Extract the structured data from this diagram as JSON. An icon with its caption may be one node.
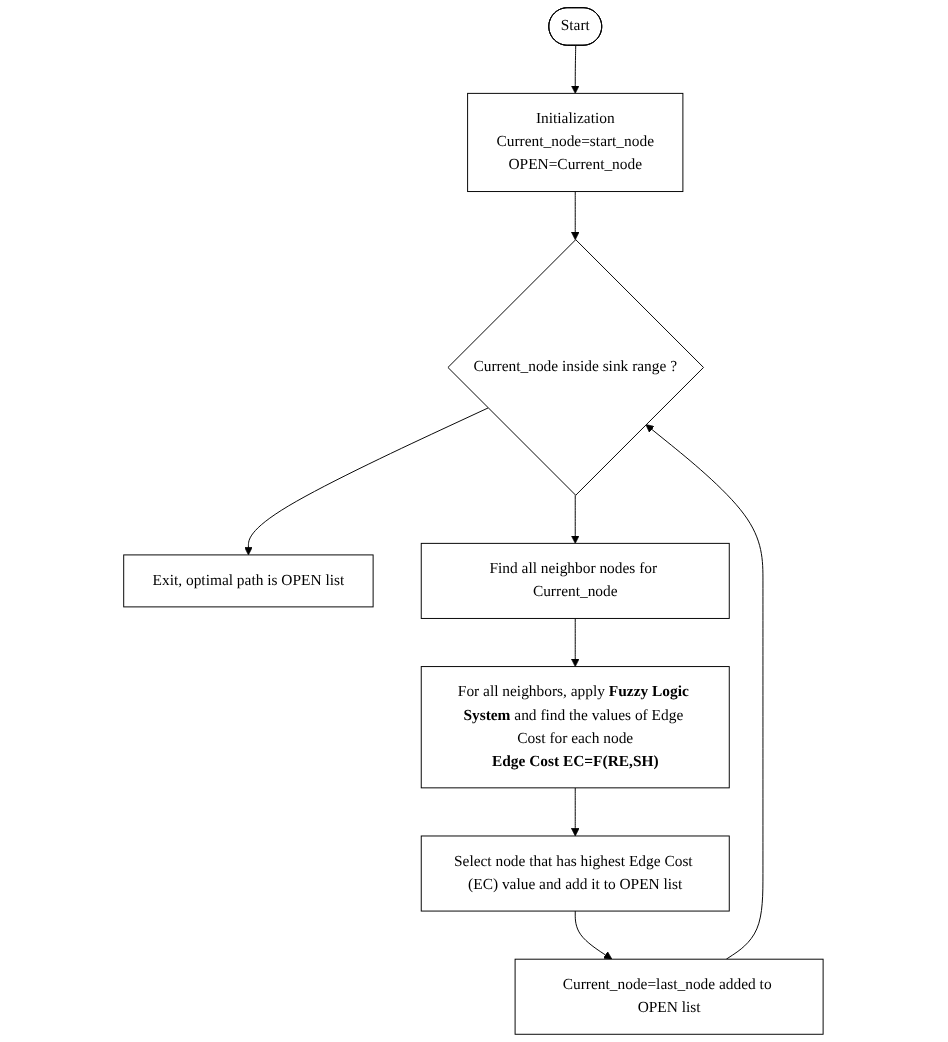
{
  "diagram": {
    "nodes": [
      {
        "text": [
          "Start"
        ]
      },
      {
        "text": [
          "Initialization",
          "Current_node=start_node",
          "OPEN=Current_node"
        ]
      },
      {
        "text": [
          "Current_node inside sink range ?"
        ]
      },
      {
        "text": [
          "Exit, optimal path is OPEN list"
        ]
      },
      {
        "text": [
          "Find all neighbor nodes for Current_node"
        ]
      },
      {
        "text": [
          "For all neighbors, apply **Fuzzy Logic System** and find the values of Edge Cost for each node",
          "Edge Cost EC=F(RE,SH)"
        ]
      },
      {
        "text": [
          "Select node that has highest Edge Cost (EC) value and add it to OPEN list"
        ]
      },
      {
        "text": [
          "Current_node=last_node added to OPEN list"
        ]
      }
    ],
    "edges": [
      {
        "from": 0,
        "to": 1,
        "arrow": "to"
      },
      {
        "from": 1,
        "to": 2,
        "arrow": "to"
      },
      {
        "from": 2,
        "to": 3,
        "arrow": "to"
      },
      {
        "from": 2,
        "to": 4,
        "arrow": "to"
      },
      {
        "from": 4,
        "to": 5,
        "arrow": "to"
      },
      {
        "from": 5,
        "to": 6,
        "arrow": "to"
      },
      {
        "from": 6,
        "to": 7,
        "arrow": "to"
      },
      {
        "from": 7,
        "to": 2,
        "arrow": "to"
      }
    ]
  }
}
